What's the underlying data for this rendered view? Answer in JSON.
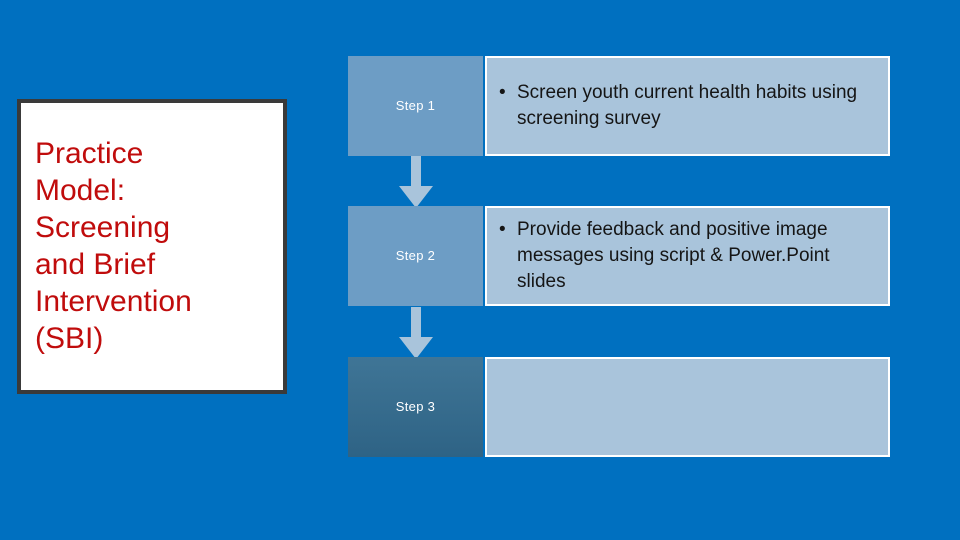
{
  "slide": {
    "background_color": "#0070c0",
    "title": {
      "text": "Practice Model: Screening and Brief Intervention (SBI)",
      "display_text": "Practice\nModel:\nScreening\nand Brief\nIntervention\n(SBI)",
      "text_color": "#c00c0c",
      "box_background": "#ffffff",
      "border_color": "#3a3a3a"
    },
    "process": {
      "arrow_color": "#a9c4db",
      "step_box_color": "#6d9dc5",
      "step_box_color_final": "#2e6385",
      "content_box_color": "#a9c4db",
      "content_border_color": "#ffffff",
      "steps": [
        {
          "label": "Step 1",
          "bullets": [
            "Screen youth current health habits using screening survey"
          ],
          "shade": "light"
        },
        {
          "label": "Step 2",
          "bullets": [
            "Provide feedback and positive image messages using script & Power.Point slides"
          ],
          "shade": "light"
        },
        {
          "label": "Step 3",
          "bullets": [],
          "shade": "dark"
        }
      ]
    }
  }
}
